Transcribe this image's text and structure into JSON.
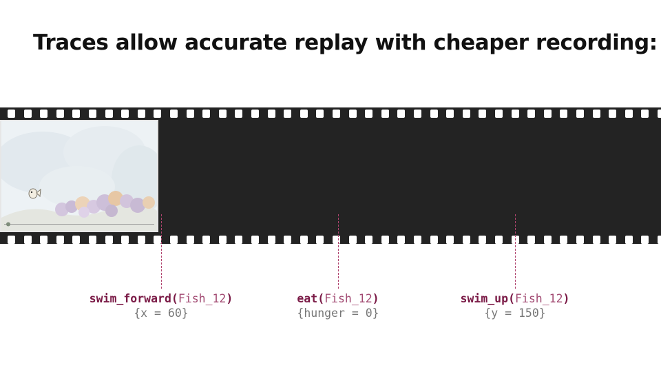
{
  "slide": {
    "title": "Traces allow accurate replay with cheaper recording:"
  },
  "filmstrip": {
    "frame": {
      "description_icon": "fish-tank-scene"
    }
  },
  "events": [
    {
      "function": "swim_forward",
      "open_paren": "(",
      "argument": "Fish_12",
      "close_paren": ")",
      "state": "{x = 60}"
    },
    {
      "function": "eat",
      "open_paren": "(",
      "argument": "Fish_12",
      "close_paren": ")",
      "state": "{hunger = 0}"
    },
    {
      "function": "swim_up",
      "open_paren": "(",
      "argument": "Fish_12",
      "close_paren": ")",
      "state": "{y = 150}"
    }
  ],
  "colors": {
    "film": "#232323",
    "accent": "#7a1a46",
    "state_text": "#777777"
  }
}
